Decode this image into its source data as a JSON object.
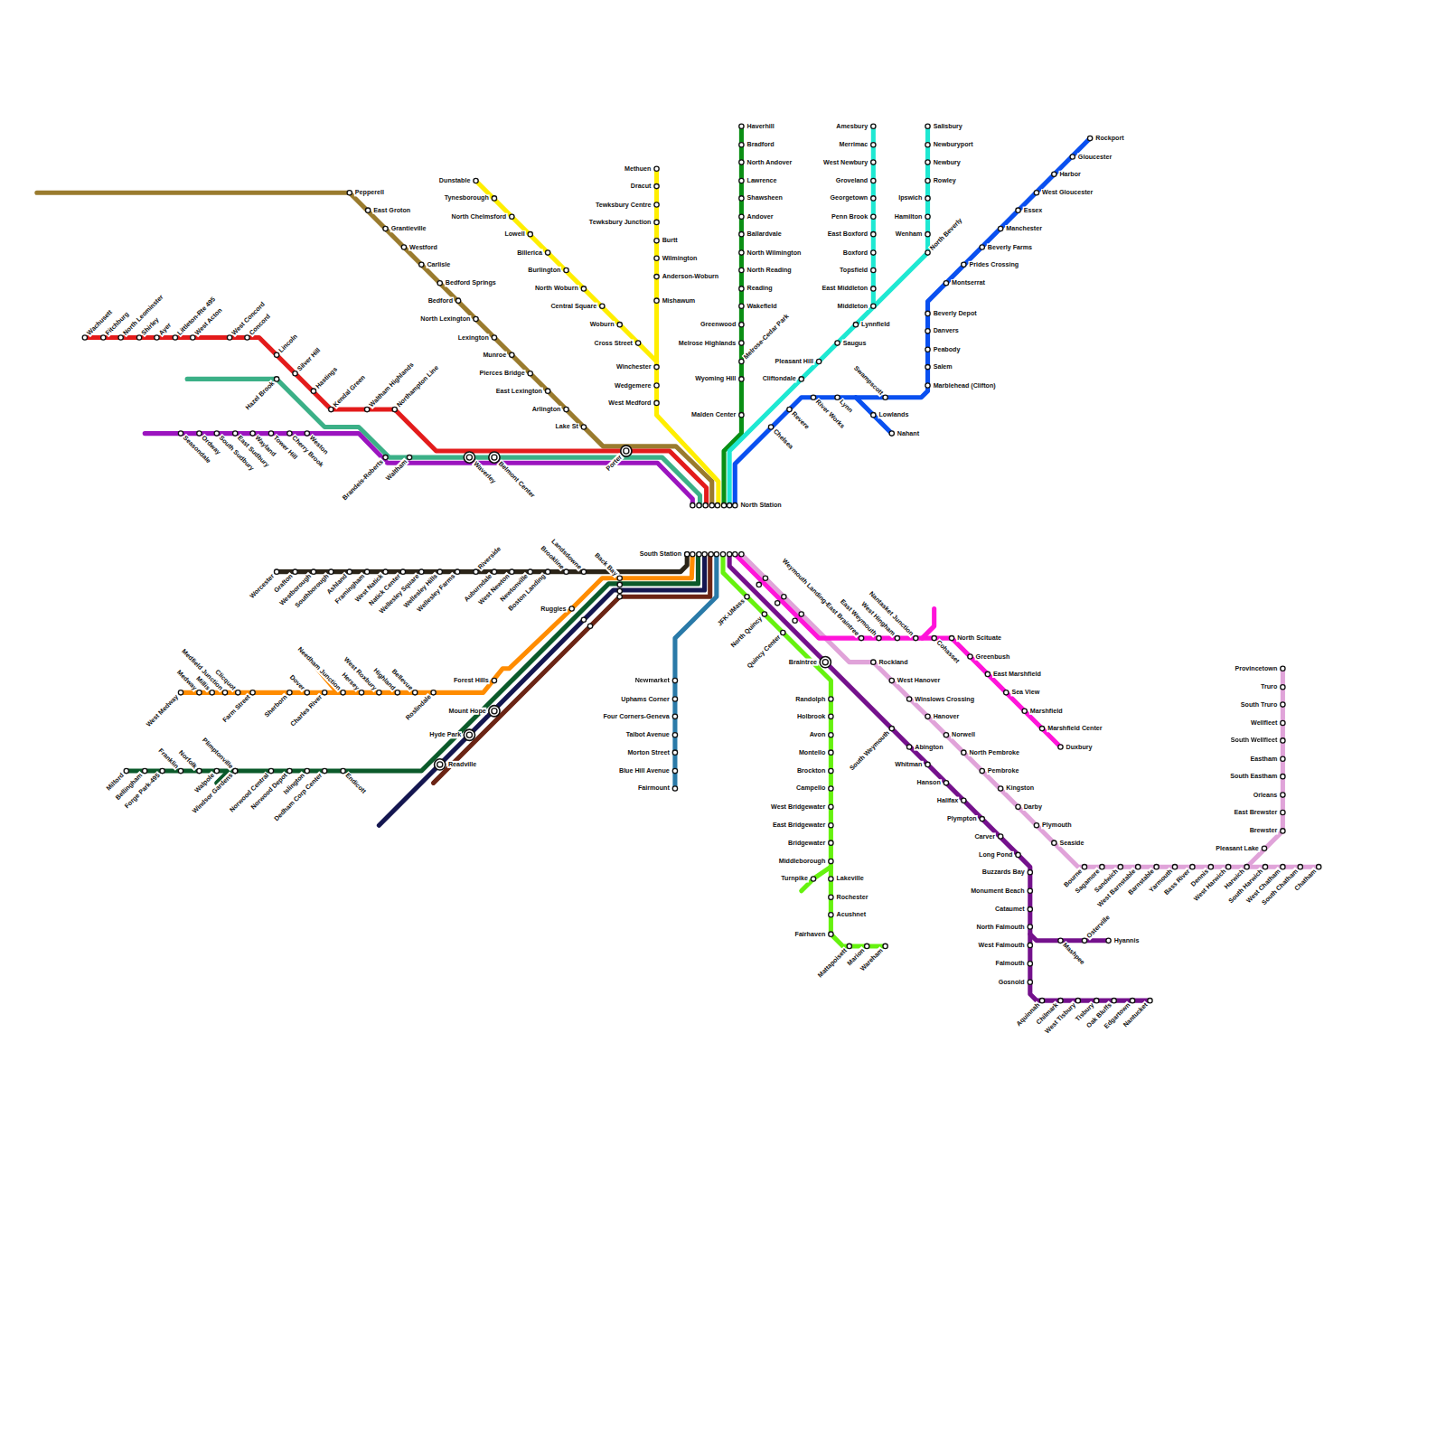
{
  "diagram": {
    "labels": [
      "North Station",
      "Pepperell",
      "East Groton",
      "Grantieville",
      "Westford",
      "Carlisle",
      "Bedford Springs",
      "Bedford",
      "North Lexington",
      "Lexington",
      "Munroe",
      "Pierces Bridge",
      "East Lexington",
      "Arlington",
      "Lake St",
      "Porter",
      "Wachusett",
      "Fitchburg",
      "North Leominster",
      "Shirley",
      "Ayer",
      "Littleton-Rte 495",
      "West Acton",
      "West Concord",
      "Concord",
      "Lincoln",
      "Silver Hill",
      "Hastings",
      "Kendal Green",
      "Waltham Highlands",
      "Northampton Line",
      "Waverley",
      "Belmont Center",
      "Hazel Brook",
      "Waltham",
      "Seasondale",
      "Ordway",
      "South Sudbury",
      "East Sudbury",
      "Wayland",
      "Tower Hill",
      "Cherry Brook",
      "Weston",
      "Brandeis-Roberts",
      "Dunstable",
      "Tynesborough",
      "North Chelmsford",
      "Lowell",
      "Billerica",
      "Burlington",
      "North Woburn",
      "Central Square",
      "Woburn",
      "Cross Street",
      "Methuen",
      "Dracut",
      "Tewksbury Centre",
      "Tewksbury Junction",
      "Burtt",
      "Wilmington",
      "Anderson-Woburn",
      "Mishawum",
      "Winchester",
      "Wedgemere",
      "West Medford",
      "Haverhill",
      "Bradford",
      "North Andover",
      "Lawrence",
      "Shawsheen",
      "Andover",
      "Ballardvale",
      "North Wilmington",
      "North Reading",
      "Reading",
      "Wakefield",
      "Greenwood",
      "Melrose Highlands",
      "Melrose-Cedar Park",
      "Wyoming Hill",
      "Malden Center",
      "Amesbury",
      "Merrimac",
      "West Newbury",
      "Groveland",
      "Georgetown",
      "Penn Brook",
      "East Boxford",
      "Boxford",
      "Topsfield",
      "East Middleton",
      "Middleton",
      "Salisbury",
      "Newburyport",
      "Newbury",
      "Rowley",
      "Ipswich",
      "Hamilton",
      "Wenham",
      "North Beverly",
      "Lynnfield",
      "Saugus",
      "Pleasant Hill",
      "Cliftondale",
      "Rockport",
      "Gloucester",
      "Harbor",
      "West Gloucester",
      "Essex",
      "Manchester",
      "Beverly Farms",
      "Prides Crossing",
      "Montserrat",
      "Beverly Depot",
      "Danvers",
      "Peabody",
      "Salem",
      "Marblehead (Clifton)",
      "Swampscott",
      "Lowlands",
      "Nahant",
      "Lynn",
      "River Works",
      "Revere",
      "Chelsea",
      "South Station",
      "Worcester",
      "Grafton",
      "Westborough",
      "Southborough",
      "Ashland",
      "Framingham",
      "West Natick",
      "Natick Center",
      "Wellesley Square",
      "Wellesley Hills",
      "Wellesley Farms",
      "Riverside",
      "Auburndale",
      "West Newton",
      "Newtonville",
      "Boston Landing",
      "Brookline",
      "Landsdowne",
      "Back Bay",
      "West Medway",
      "Medway",
      "Millis",
      "Medfield Junction",
      "Clicquot",
      "Farm Street",
      "Sherborn",
      "Dover",
      "Charles River",
      "Needham Junction",
      "Hersey",
      "West Roxbury",
      "Highland",
      "Bellevue",
      "Roslindale",
      "Forest Hills",
      "Ruggles",
      "Milford",
      "Bellingham",
      "Forge Park-495",
      "Franklin",
      "Norfolk",
      "Walpole",
      "Plimptonville",
      "Windsor Gardens",
      "Norwood Central",
      "Norwood Depot",
      "Islington",
      "Dedham Corp Center",
      "Endicott",
      "Readville",
      "Hyde Park",
      "Mount Hope",
      "Newmarket",
      "Uphams Corner",
      "Four Corners-Geneva",
      "Talbot Avenue",
      "Morton Street",
      "Blue Hill Avenue",
      "Fairmount",
      "JFK-UMass",
      "North Quincy",
      "Quincy Center",
      "Braintree",
      "Randolph",
      "Holbrook",
      "Avon",
      "Montello",
      "Brockton",
      "Campello",
      "West Bridgewater",
      "East Bridgewater",
      "Bridgewater",
      "Middleborough",
      "Lakeville",
      "Turnpike",
      "Rochester",
      "Acushnet",
      "Fairhaven",
      "Mattapoisett",
      "Marion",
      "Wareham",
      "South Weymouth",
      "Abington",
      "Whitman",
      "Hanson",
      "Halifax",
      "Plympton",
      "Carver",
      "Long Pond",
      "Buzzards Bay",
      "Monument Beach",
      "Cataumet",
      "North Falmouth",
      "West Falmouth",
      "Falmouth",
      "Gosnold",
      "Aquinnah",
      "Chilmark",
      "West Tisbury",
      "Tisbury",
      "Oak Bluffs",
      "Edgartown",
      "Nantucket",
      "Mashpee",
      "Osterville",
      "Hyannis",
      "Weymouth Landing-East Braintree",
      "East Weymouth",
      "West Hingham",
      "Nantasket Junction",
      "Cohasset",
      "North Scituate",
      "Greenbush",
      "East Marshfield",
      "Sea View",
      "Marshfield",
      "Marshfield Center",
      "Duxbury",
      "Rockland",
      "West Hanover",
      "Winslows Crossing",
      "Hanover",
      "Norwell",
      "North Pembroke",
      "Pembroke",
      "Kingston",
      "Darby",
      "Plymouth",
      "Seaside",
      "Bourne",
      "Sagamore",
      "Sandwich",
      "West Barnstable",
      "Barnstable",
      "Yarmouth",
      "Bass River",
      "Dennis",
      "West Harwich",
      "Harwich",
      "South Harwich",
      "West Chatham",
      "South Chatham",
      "Chatham",
      "Pleasant Lake",
      "Brewster",
      "East Brewster",
      "Orleans",
      "South Eastham",
      "Eastham",
      "South Wellfleet",
      "Wellfleet",
      "South Truro",
      "Truro",
      "Provincetown"
    ]
  }
}
